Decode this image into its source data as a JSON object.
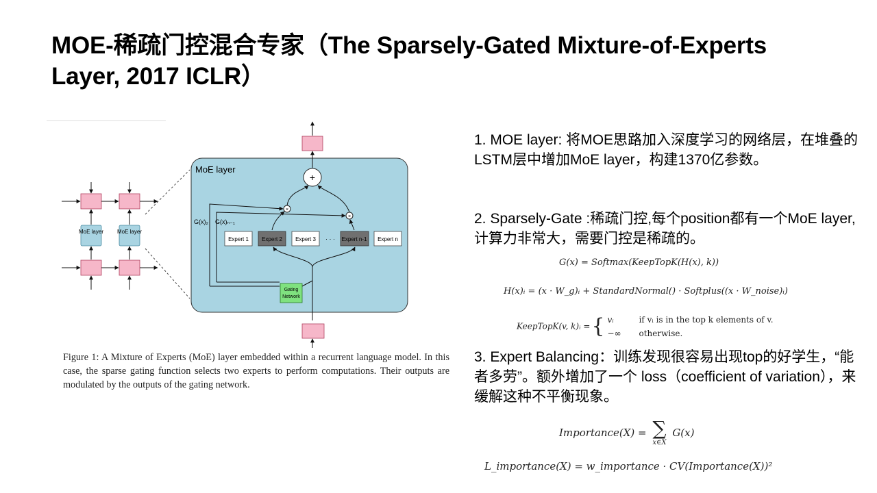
{
  "title": {
    "line1": "MOE-稀疏门控混合专家（The Sparsely-Gated Mixture-of-Experts",
    "line2": "Layer, 2017 ICLR）"
  },
  "diagram": {
    "moe_title": "MoE layer",
    "moe_cell_labels": [
      "MoE layer",
      "MoE layer"
    ],
    "experts": [
      "Expert 1",
      "Expert 2",
      "Expert 3",
      "Expert n-1",
      "Expert n"
    ],
    "ellipsis": "· · ·",
    "gating": "Gating Network",
    "g2_label": "G(x)₂",
    "gn_label": "G(x)ₙ₋₁",
    "plus": "+",
    "times": "×",
    "colors": {
      "moe_bg": "#a9d4e2",
      "cell": "#f6b7c9",
      "gating": "#7fe27f",
      "expert_dark": "#707070"
    }
  },
  "caption": "Figure 1: A Mixture of Experts (MoE) layer embedded within a recurrent language model. In this case, the sparse gating function selects two experts to perform computations. Their outputs are modulated by the outputs of the gating network.",
  "points": [
    {
      "text": "1. MOE layer: 将MOE思路加入深度学习的网络层，在堆叠的LSTM层中增加MoE layer，构建1370亿参数。"
    },
    {
      "text": "2. Sparsely-Gate :稀疏门控,每个position都有一个MoE layer,计算力非常大，需要门控是稀疏的。"
    },
    {
      "text": "3. Expert Balancing：训练发现很容易出现top的好学生，“能者多劳”。额外增加了一个 loss（coefficient of variation），来缓解这种不平衡现象。"
    }
  ],
  "formulas": {
    "f1": "G(x) = Softmax(KeepTopK(H(x), k))",
    "f2": "H(x)ᵢ = (x · W_g)ᵢ + StandardNormal() · Softplus((x · W_noise)ᵢ)",
    "f3_lhs": "KeepTopK(v, k)ᵢ =",
    "f3_case1_val": "vᵢ",
    "f3_case1_cond": "if vᵢ is in the top k elements of v.",
    "f3_case2_val": "−∞",
    "f3_case2_cond": "otherwise.",
    "f4_lhs": "Importance(X) =",
    "f4_sum": "∑",
    "f4_sub": "x∈X",
    "f4_rhs": "G(x)",
    "f5": "L_importance(X) = w_importance · CV(Importance(X))²"
  }
}
